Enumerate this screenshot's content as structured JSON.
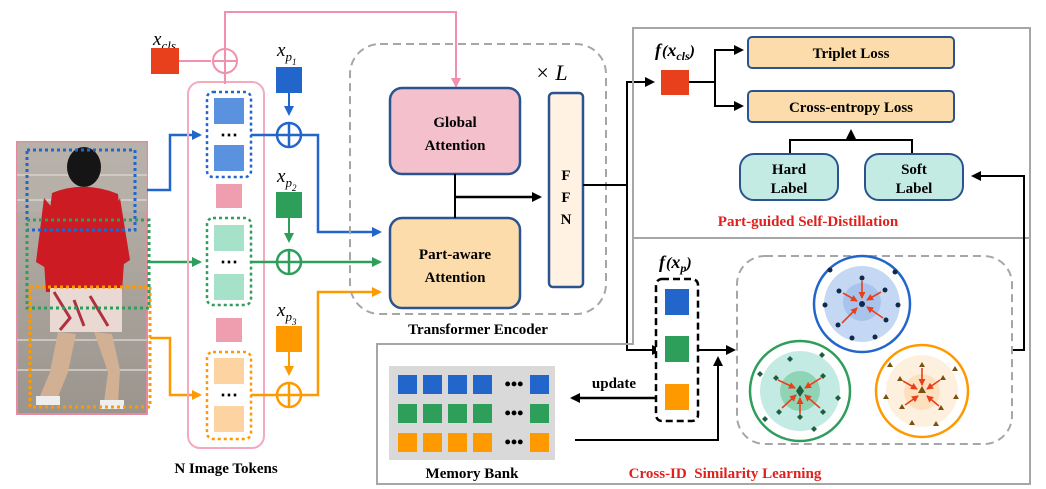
{
  "image_tokens": {
    "caption": "N Image Tokens"
  },
  "cls_token": {
    "base": "x",
    "sub": "cls"
  },
  "part_tokens": [
    {
      "base": "x",
      "sub": "p",
      "subsub": "1",
      "color": "#2266cc"
    },
    {
      "base": "x",
      "sub": "p",
      "subsub": "2",
      "color": "#2e9e5b"
    },
    {
      "base": "x",
      "sub": "p",
      "subsub": "3",
      "color": "#ff9900"
    }
  ],
  "encoder": {
    "repeat": "× L",
    "global_attention": [
      "Global",
      "Attention"
    ],
    "part_aware_attention": [
      "Part-aware",
      "Attention"
    ],
    "ffn": [
      "F",
      "F",
      "N"
    ],
    "caption": "Transformer Encoder"
  },
  "distillation": {
    "f_cls": {
      "base": "f",
      "sub": "cls"
    },
    "triplet_loss": "Triplet Loss",
    "ce_loss": "Cross-entropy Loss",
    "hard_label": [
      "Hard",
      "Label"
    ],
    "soft_label": [
      "Soft",
      "Label"
    ],
    "caption": "Part-guided Self-Distillation"
  },
  "similarity": {
    "f_p": {
      "base": "f",
      "sub": "p"
    },
    "update": "update",
    "memory_bank": "Memory Bank",
    "caption": "Cross-ID  Similarity Learning"
  },
  "colors": {
    "cls_red": "#e8401c",
    "blue": "#2266cc",
    "green": "#2e9e5b",
    "orange": "#ff9900",
    "pink_box": "#f4c0cc",
    "peach_box": "#fddcac",
    "teal_box": "#c4ebe3",
    "caption_red": "#e0201c"
  }
}
